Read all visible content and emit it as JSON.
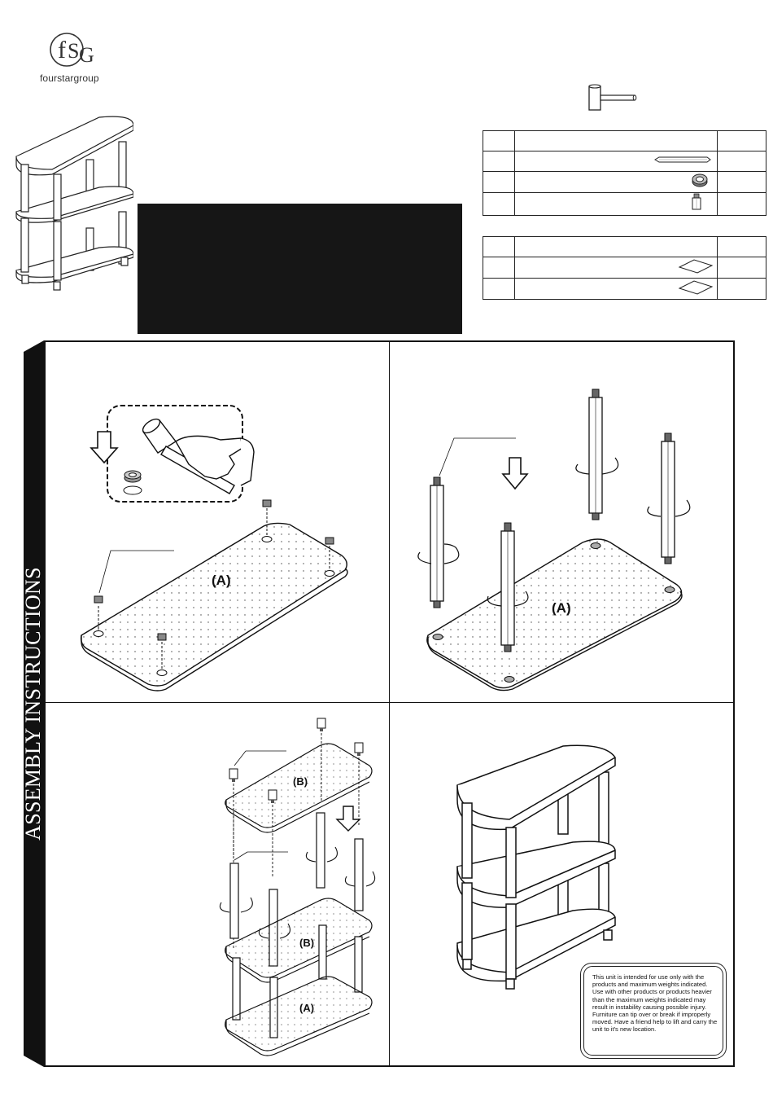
{
  "brand": {
    "name": "fourstargroup",
    "logo_letters": "fSG"
  },
  "side_title": "ASSEMBLY INSTRUCTIONS",
  "panel_labels": {
    "step1_board": "(A)",
    "step2_board": "(A)",
    "step3_top_board": "(B)",
    "step3_middle_board": "(B)",
    "step3_bottom_board": "(A)"
  },
  "warning_notice": "This unit is intended for use only with the products and maximum weights indicated. Use with other products or products heavier than the maximum weights indicated may result in instability causing possible injury.  Furniture can tip over or break if improperly moved.  Have a friend help to lift and carry the unit to it's new location.",
  "icons": {
    "tool": "mallet-icon",
    "hardware": [
      "pole-icon",
      "nut-icon",
      "cap-icon"
    ],
    "boards": [
      "board-icon",
      "board-icon"
    ]
  },
  "colors": {
    "ink": "#111111",
    "black_box": "#161616",
    "background": "#ffffff"
  }
}
